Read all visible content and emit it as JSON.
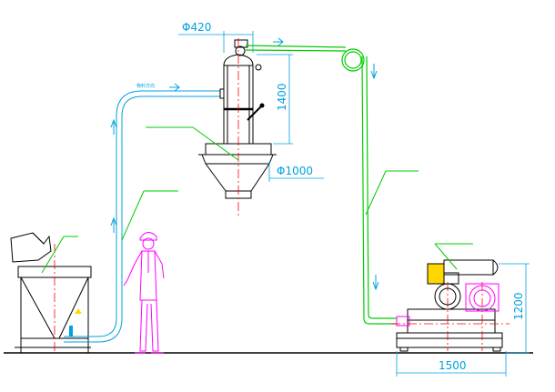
{
  "dimensions": {
    "top_diameter": "Φ420",
    "hopper_diameter": "Φ1000",
    "hopper_height": "1400",
    "pump_height": "1200",
    "pump_width": "1500"
  },
  "labels": {
    "flow_label": "物料方向"
  },
  "colors": {
    "line": "#000000",
    "pipe": "#00cc00",
    "dimension": "#00a0e0",
    "centerline": "#ff0000",
    "operator": "#ff00ff",
    "motor": "#ff00ff",
    "filter_unit": "#ffd700"
  }
}
